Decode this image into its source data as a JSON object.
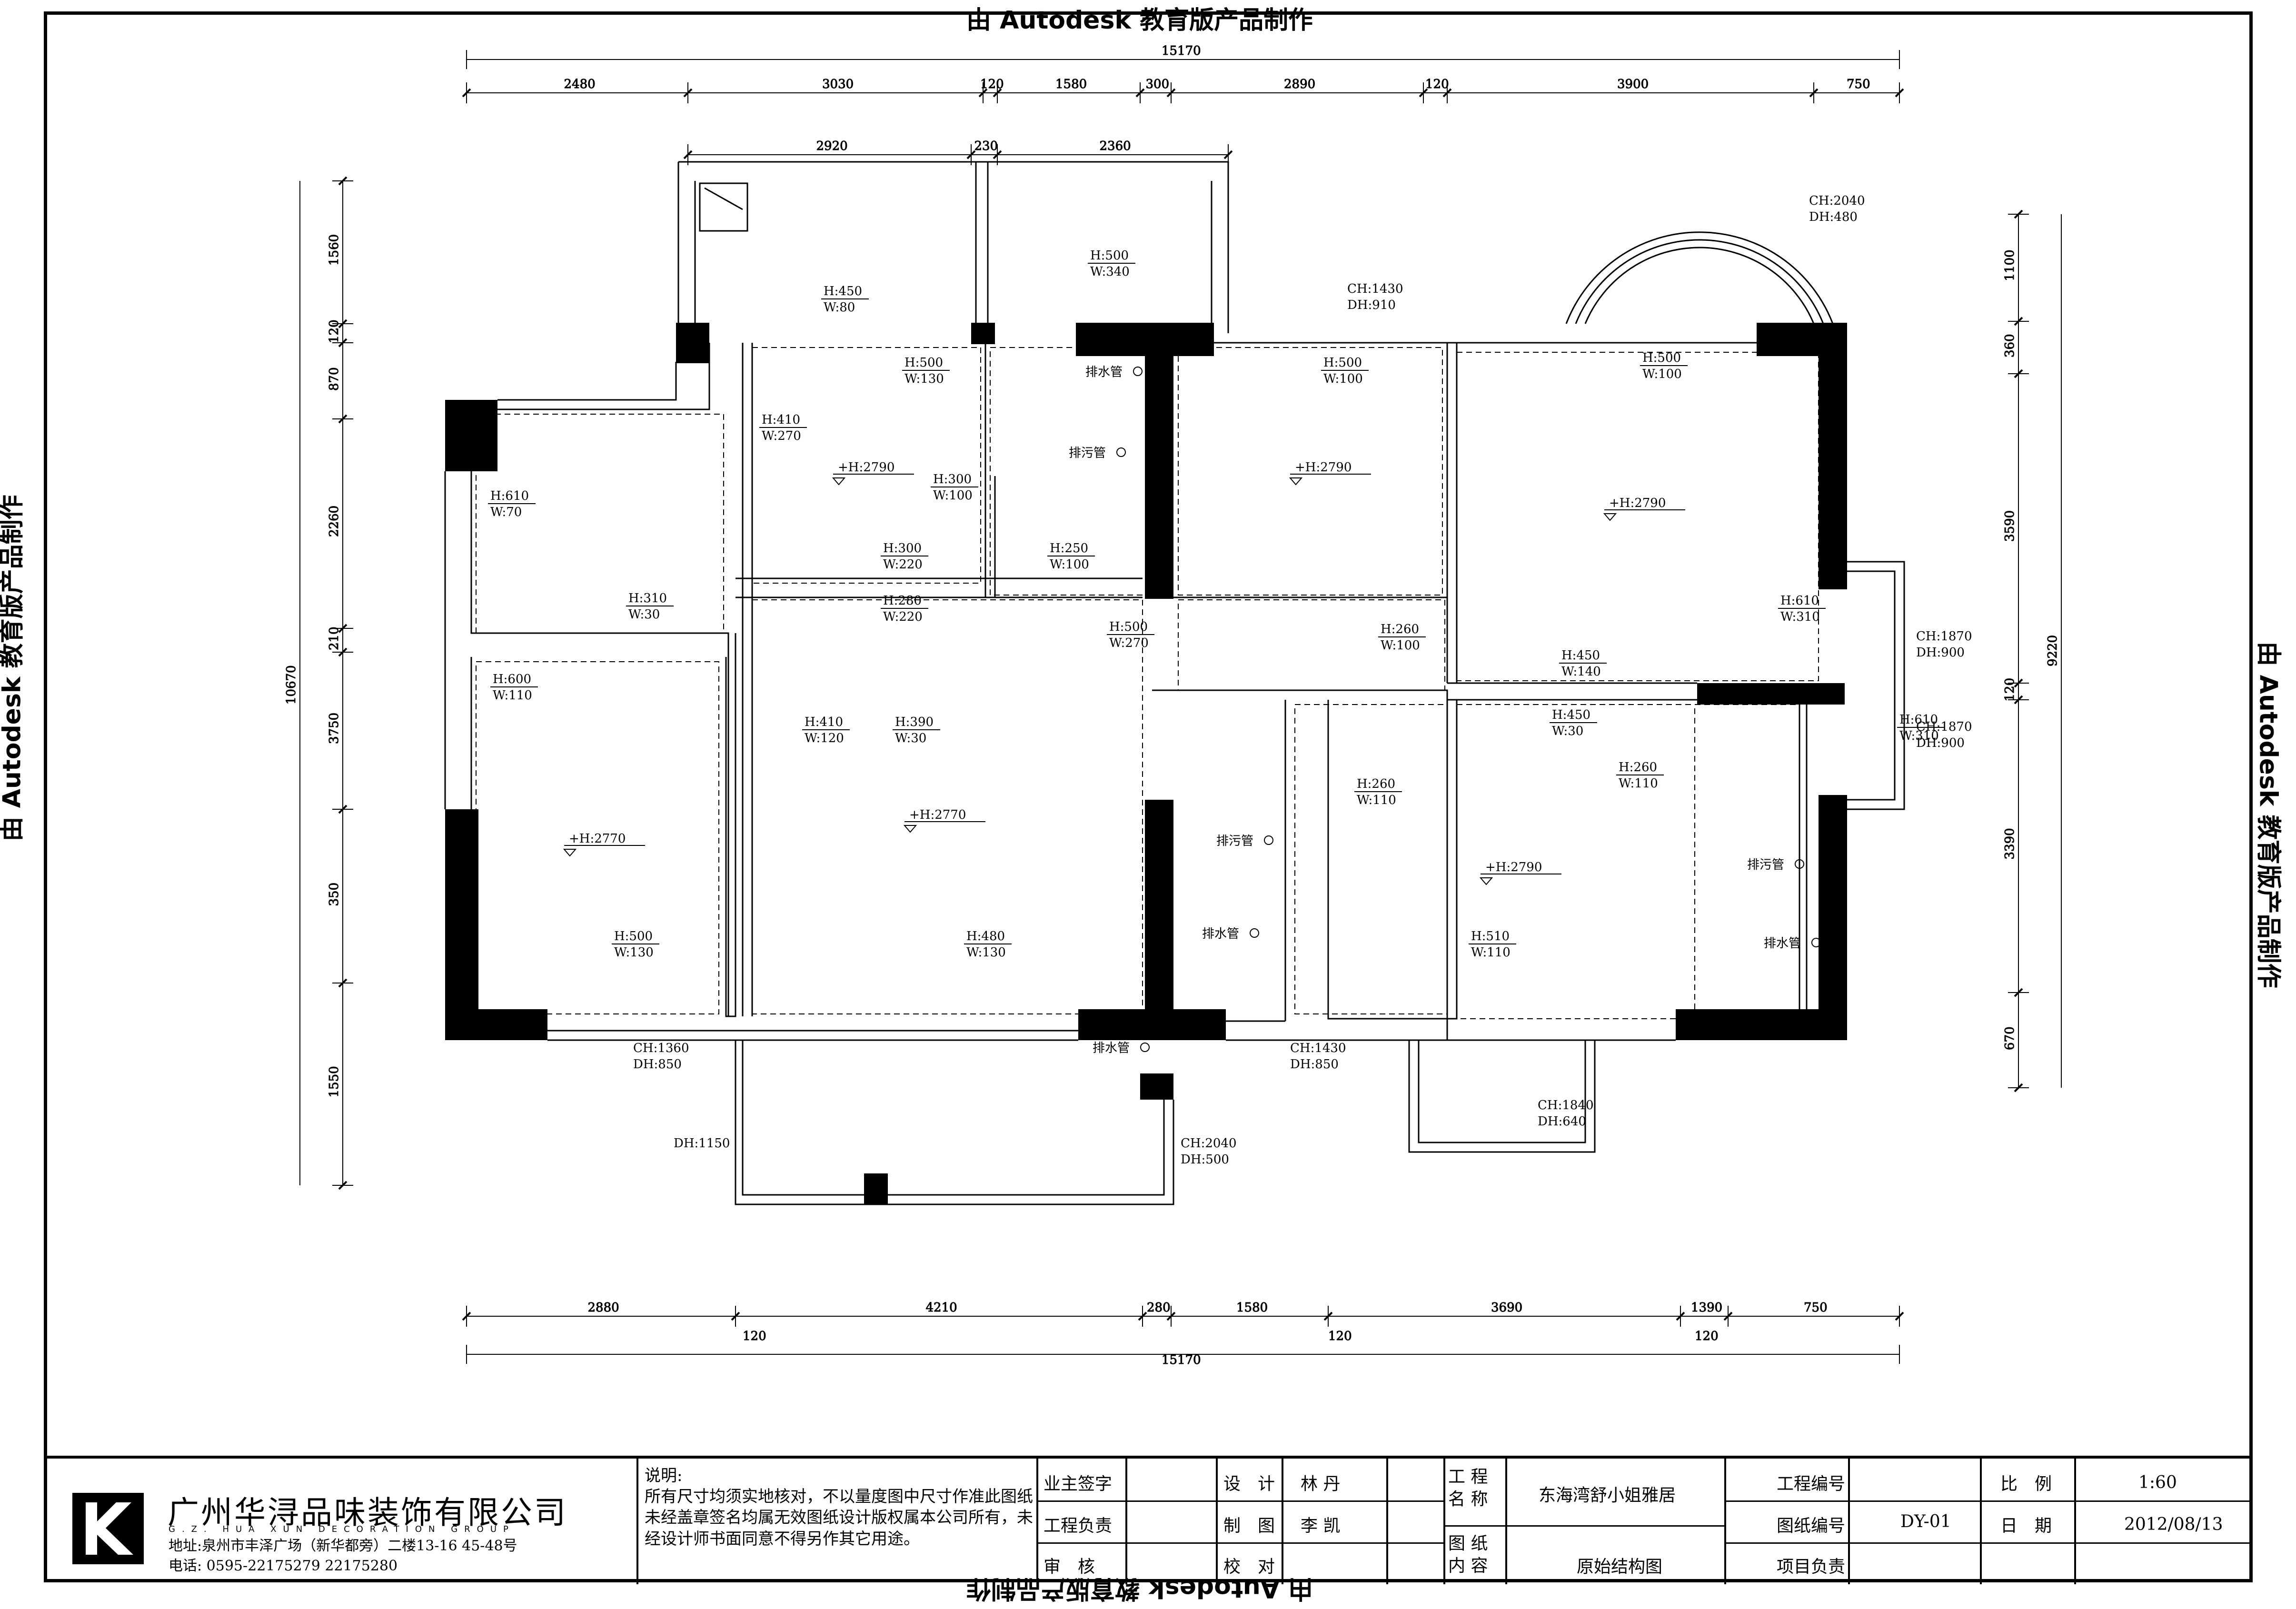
{
  "watermark": "由 Autodesk 教育版产品制作",
  "plan": {
    "dims_top_outer": "15170",
    "dims_top_row1": [
      "2480",
      "3030",
      "120",
      "1580",
      "300",
      "2890",
      "120",
      "3900",
      "750"
    ],
    "dims_top_row2": [
      "2920",
      "230",
      "2360"
    ],
    "dims_bottom_row1": [
      "2880",
      "4210",
      "280",
      "1580",
      "3690",
      "1390",
      "750"
    ],
    "dims_bottom_row2": [
      "120",
      "120",
      "120"
    ],
    "dims_bottom_outer": "15170",
    "dims_left": [
      "1560",
      "120",
      "870",
      "2260",
      "210",
      "3750",
      "350",
      "1550"
    ],
    "dims_left_total": "10670",
    "dims_right": [
      "1100",
      "360",
      "3590",
      "120",
      "3390",
      "670"
    ],
    "dims_right_total": "9220",
    "levels": [
      "+H:2790",
      "+H:2790",
      "+H:2790",
      "+H:2770",
      "+H:2790",
      "+H:2770"
    ],
    "beams": [
      [
        "H:450",
        "W:80"
      ],
      [
        "H:500",
        "W:130"
      ],
      [
        "H:410",
        "W:270"
      ],
      [
        "H:300",
        "W:100"
      ],
      [
        "H:500",
        "W:340"
      ],
      [
        "H:500",
        "W:100"
      ],
      [
        "H:500",
        "W:100"
      ],
      [
        "H:610",
        "W:70"
      ],
      [
        "H:300",
        "W:220"
      ],
      [
        "H:250",
        "W:100"
      ],
      [
        "H:280",
        "W:220"
      ],
      [
        "H:310",
        "W:30"
      ],
      [
        "H:500",
        "W:270"
      ],
      [
        "H:260",
        "W:100"
      ],
      [
        "H:610",
        "W:310"
      ],
      [
        "H:450",
        "W:140"
      ],
      [
        "H:600",
        "W:110"
      ],
      [
        "H:410",
        "W:120"
      ],
      [
        "H:390",
        "W:30"
      ],
      [
        "H:450",
        "W:30"
      ],
      [
        "H:260",
        "W:110"
      ],
      [
        "H:260",
        "W:110"
      ],
      [
        "H:610",
        "W:310"
      ],
      [
        "H:500",
        "W:130"
      ],
      [
        "H:480",
        "W:130"
      ],
      [
        "H:510",
        "W:110"
      ]
    ],
    "openings": [
      [
        "CH:2040",
        "DH:480"
      ],
      [
        "CH:1430",
        "DH:910"
      ],
      [
        "CH:1870",
        "DH:900"
      ],
      [
        "CH:1870",
        "DH:900"
      ],
      [
        "CH:1360",
        "DH:850"
      ],
      [
        "CH:1430",
        "DH:850"
      ],
      [
        "CH:1840",
        "DH:640"
      ],
      [
        "CH:2040",
        "DH:500"
      ],
      [
        "DH:1150",
        ""
      ]
    ],
    "pipes": [
      "排水管",
      "排污管",
      "排污管",
      "排水管",
      "排污管",
      "排水管",
      "排水管"
    ]
  },
  "title_block": {
    "company": "广州华浔品味装饰有限公司",
    "company_en": "G.Z. HUA XUN DECORATION GROUP",
    "address": "地址:泉州市丰泽广场（新华都旁）二楼13-16 45-48号",
    "phone": "电话: 0595-22175279  22175280",
    "notes_title": "说明:",
    "notes": "所有尺寸均须实地核对，不以量度图中尺寸作准此图纸未经盖章签名均属无效图纸设计版权属本公司所有，未经设计师书面同意不得另作其它用途。",
    "owner_sign_label": "业主签字",
    "project_lead_label": "工程负责",
    "audit_label": "审　核",
    "design_label": "设　计",
    "designer": "林 丹",
    "draw_label": "制　图",
    "drafter": "李 凯",
    "check_label": "校　对",
    "project_name_label": "工 程\n名 称",
    "project_name": "东海湾舒小姐雅居",
    "drawing_content_label": "图 纸\n内 容",
    "drawing_content": "原始结构图",
    "project_no_label": "工程编号",
    "drawing_no_label": "图纸编号",
    "drawing_no": "DY-01",
    "project_manager_label": "项目负责",
    "scale_label": "比　例",
    "scale": "1:60",
    "date_label": "日　期",
    "date": "2012/08/13"
  }
}
